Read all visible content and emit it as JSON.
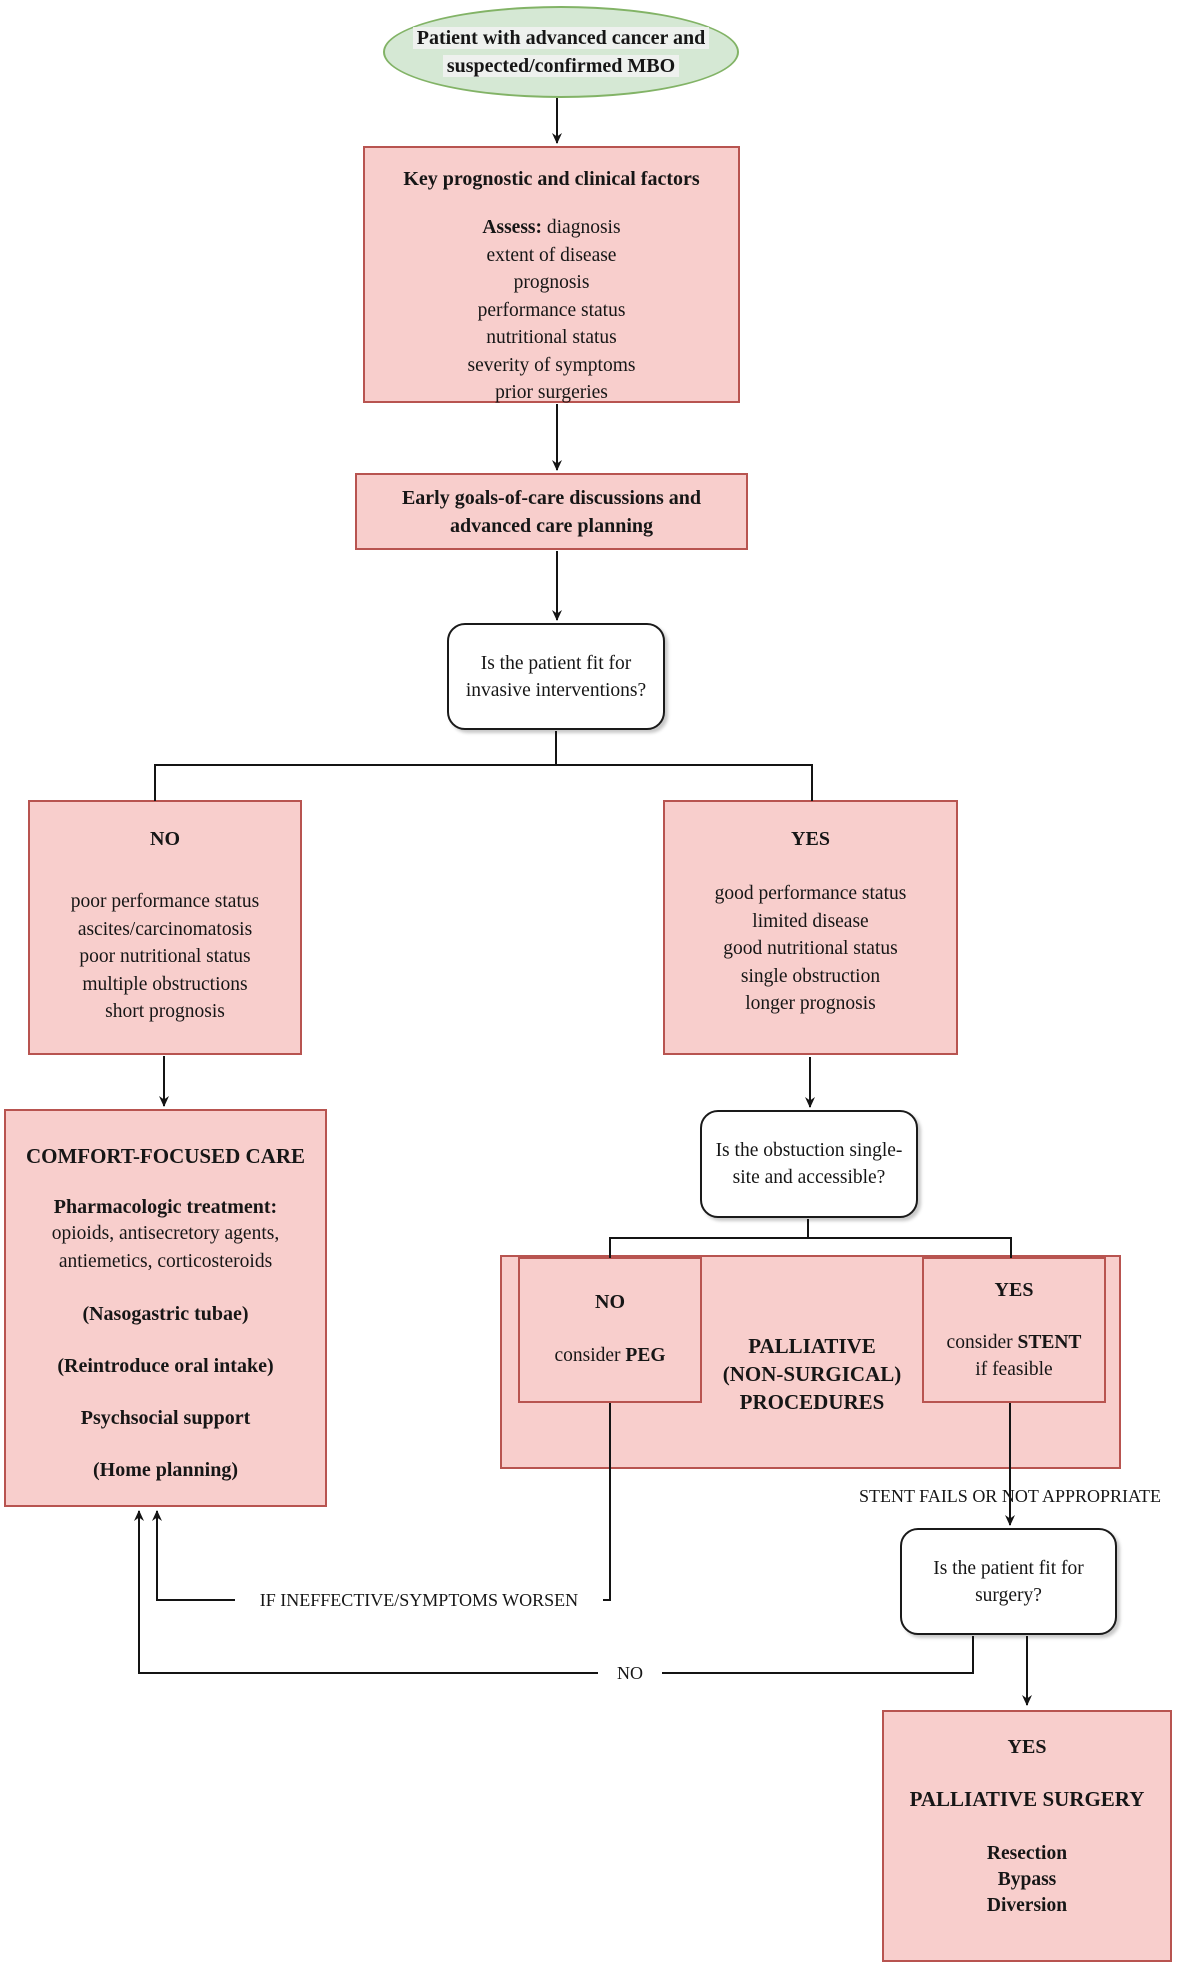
{
  "colors": {
    "pink_fill": "#f8cecc",
    "pink_border": "#b85450",
    "green_fill": "#d5e8d4",
    "green_border": "#82b366",
    "line": "#141414"
  },
  "start": {
    "line1": "Patient with advanced cancer and",
    "line2": "suspected/confirmed MBO"
  },
  "factors_box": {
    "title": "Key prognostic and clinical factors",
    "assess_label": "Assess:",
    "assess_value": "diagnosis",
    "lines": [
      "extent of disease",
      "prognosis",
      "performance status",
      "nutritional status",
      "severity of symptoms",
      "prior surgeries"
    ]
  },
  "goals_box": {
    "line1": "Early goals-of-care discussions and",
    "line2": "advanced care planning"
  },
  "decision_invasive": {
    "line1": "Is the patient fit for",
    "line2": "invasive interventions?"
  },
  "no_box": {
    "title": "NO",
    "lines": [
      "poor performance status",
      "ascites/carcinomatosis",
      "poor nutritional status",
      "multiple obstructions",
      "short prognosis"
    ]
  },
  "yes_box": {
    "title": "YES",
    "lines": [
      "good performance status",
      "limited disease",
      "good nutritional status",
      "single obstruction",
      "longer prognosis"
    ]
  },
  "comfort_box": {
    "title": "COMFORT-FOCUSED CARE",
    "pharm_title": "Pharmacologic treatment:",
    "pharm_lines": [
      "opioids, antisecretory agents,",
      "antiemetics, corticosteroids"
    ],
    "items": [
      "(Nasogastric tubae)",
      "(Reintroduce oral intake)",
      "Psychsocial support",
      "(Home planning)"
    ]
  },
  "decision_obstruction": {
    "line1": "Is the obstuction single-",
    "line2": "site and accessible?"
  },
  "palliative_box": {
    "title_lines": [
      "PALLIATIVE",
      "(NON-SURGICAL)",
      "PROCEDURES"
    ],
    "peg": {
      "title": "NO",
      "consider": "consider ",
      "bold": "PEG"
    },
    "stent": {
      "title": "YES",
      "consider": "consider ",
      "bold": "STENT",
      "line2": "if feasible"
    }
  },
  "labels": {
    "stent_fails": "STENT FAILS OR NOT APPROPRIATE",
    "ineffective": "IF INEFFECTIVE/SYMPTOMS WORSEN",
    "no_branch": "NO"
  },
  "decision_surgery": {
    "line1": "Is the patient fit for",
    "line2": "surgery?"
  },
  "surgery_box": {
    "yes": "YES",
    "title": "PALLIATIVE SURGERY",
    "lines": [
      "Resection",
      "Bypass",
      "Diversion"
    ]
  }
}
